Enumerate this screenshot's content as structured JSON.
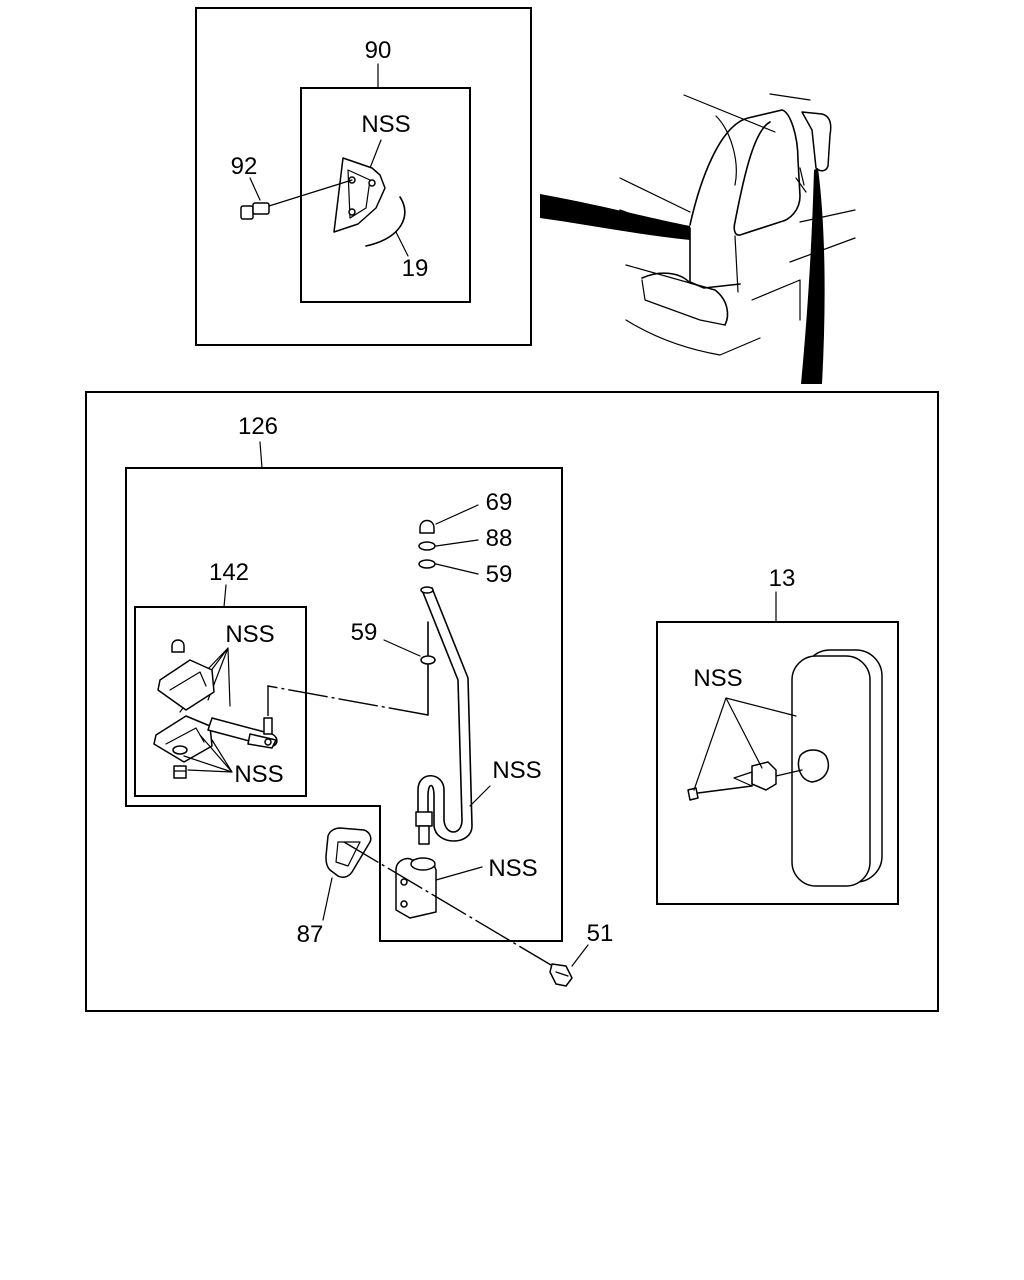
{
  "diagram": {
    "callouts": {
      "c90": "90",
      "c92": "92",
      "c19": "19",
      "c126": "126",
      "c69": "69",
      "c88": "88",
      "c59a": "59",
      "c59b": "59",
      "c142": "142",
      "c13": "13",
      "c87": "87",
      "c51": "51"
    },
    "nss": {
      "n_top": "NSS",
      "n142a": "NSS",
      "n142b": "NSS",
      "n_rod": "NSS",
      "n_base": "NSS",
      "n_mirror": "NSS"
    }
  }
}
